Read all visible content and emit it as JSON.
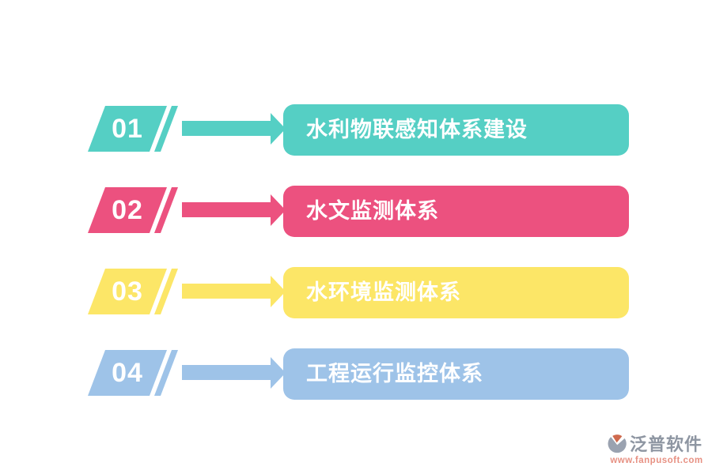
{
  "page": {
    "background": "#ffffff"
  },
  "steps": [
    {
      "number": "01",
      "label": "水利物联感知体系建设",
      "color": "#55cfc4"
    },
    {
      "number": "02",
      "label": "水文监测体系",
      "color": "#ec517f"
    },
    {
      "number": "03",
      "label": "水环境监测体系",
      "color": "#fce667"
    },
    {
      "number": "04",
      "label": "工程运行监控体系",
      "color": "#9ec3e8"
    }
  ],
  "watermark": {
    "brand": "泛普软件",
    "url": "www.fanpusoft.com",
    "brand_color": "#8e96a2",
    "url_color": "#e79183",
    "logo_gray": "#9aa2b0",
    "logo_orange": "#cf6a4e"
  }
}
